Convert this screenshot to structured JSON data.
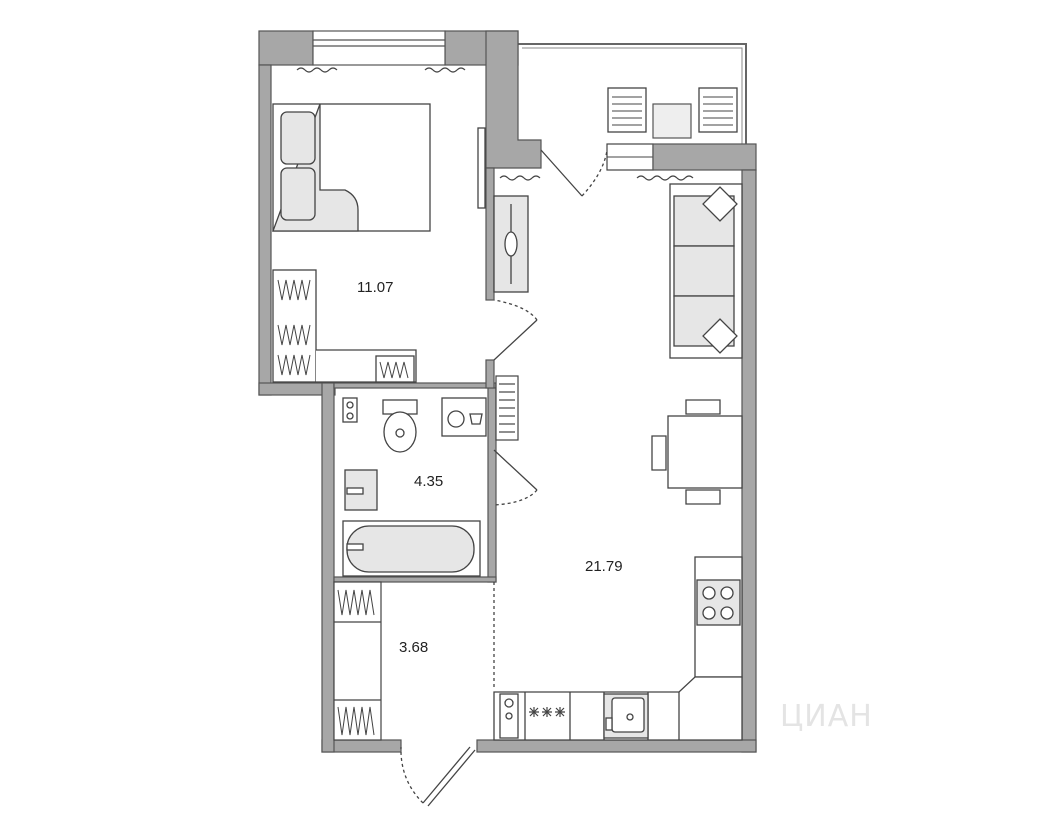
{
  "rooms": {
    "bedroom": {
      "area": "11.07"
    },
    "bathroom": {
      "area": "4.35"
    },
    "hallway": {
      "area": "3.68"
    },
    "living_kitchen": {
      "area": "21.79"
    }
  },
  "watermark": "ЦИАН",
  "colors": {
    "wall": "#a7a7a7",
    "wall_outline": "#555555",
    "furniture_fill": "#e6e6e6",
    "line": "#444444"
  }
}
